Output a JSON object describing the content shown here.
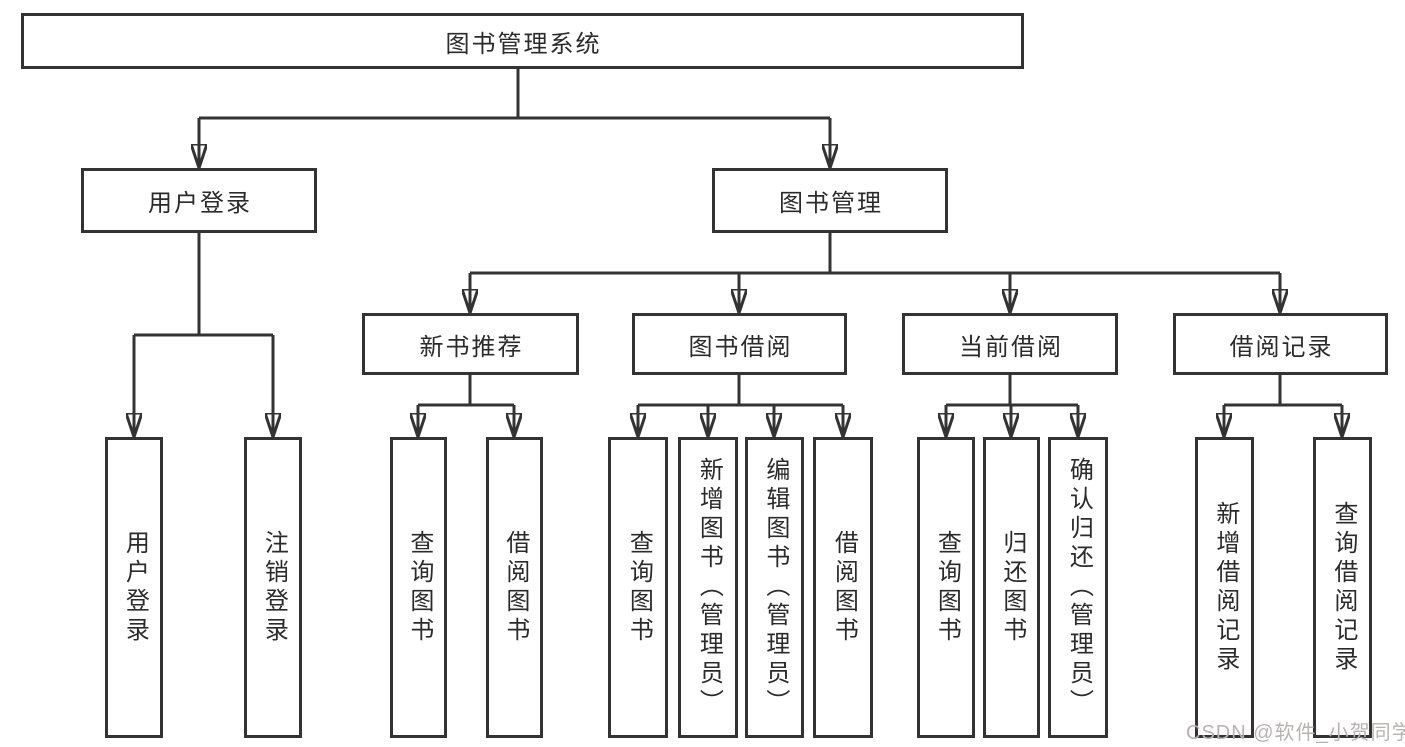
{
  "tree": {
    "label": "图书管理系统",
    "children": [
      {
        "label": "用户登录",
        "children": [
          {
            "label": "用户登录"
          },
          {
            "label": "注销登录"
          }
        ]
      },
      {
        "label": "图书管理",
        "children": [
          {
            "label": "新书推荐",
            "children": [
              {
                "label": "查询图书"
              },
              {
                "label": "借阅图书"
              }
            ]
          },
          {
            "label": "图书借阅",
            "children": [
              {
                "label": "查询图书"
              },
              {
                "label": "新增图书（管理员）"
              },
              {
                "label": "编辑图书（管理员）"
              },
              {
                "label": "借阅图书"
              }
            ]
          },
          {
            "label": "当前借阅",
            "children": [
              {
                "label": "查询图书"
              },
              {
                "label": "归还图书"
              },
              {
                "label": "确认归还（管理员）"
              }
            ]
          },
          {
            "label": "借阅记录",
            "children": [
              {
                "label": "新增借阅记录"
              },
              {
                "label": "查询借阅记录"
              }
            ]
          }
        ]
      }
    ]
  },
  "watermark": {
    "text": "CSDN @软件_小贺同学"
  },
  "colors": {
    "line": "#333333",
    "text": "#2b2b2b",
    "background": "#ffffff",
    "watermark": "#b8b2b2"
  }
}
